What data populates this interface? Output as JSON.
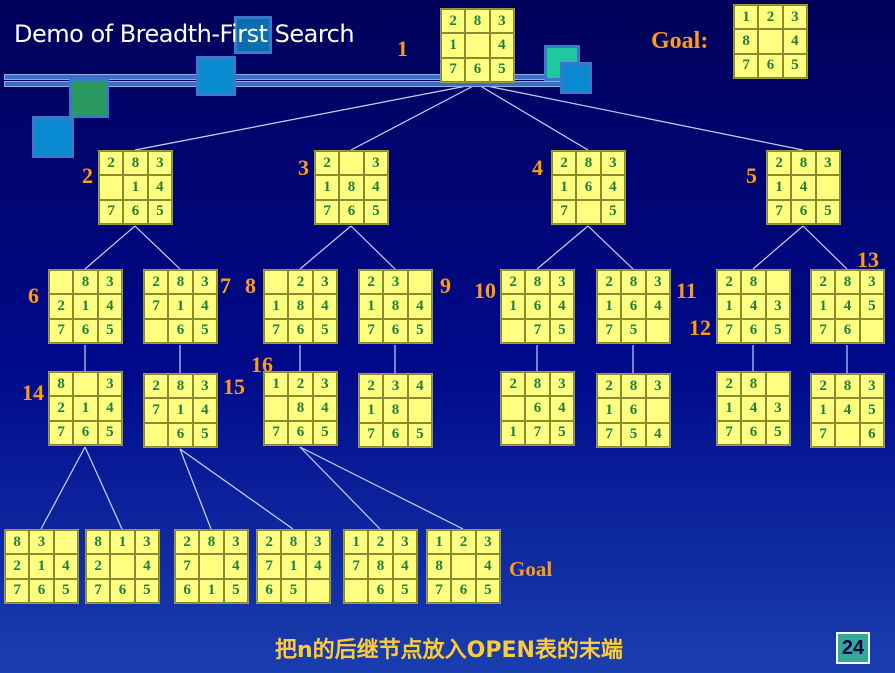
{
  "title": "Demo of Breadth-First Search",
  "goal_label": "Goal:",
  "goal_board": [
    "1",
    "2",
    "3",
    "8",
    "",
    "4",
    "7",
    "6",
    "5"
  ],
  "leaf_goal_label": "Goal",
  "caption": "把n的后继节点放入OPEN表的末端",
  "page_number": "24",
  "colors": {
    "background": "#000a8a",
    "board": "#ffff80",
    "digit": "#208040",
    "label": "#ff9a1a",
    "caption": "#ffcc33",
    "edge": "#c8d4ff"
  },
  "nodes": [
    {
      "id": "n1",
      "label": "1",
      "board": [
        "2",
        "8",
        "3",
        "1",
        "",
        "4",
        "7",
        "6",
        "5"
      ]
    },
    {
      "id": "n2",
      "label": "2",
      "board": [
        "2",
        "8",
        "3",
        "",
        "1",
        "4",
        "7",
        "6",
        "5"
      ]
    },
    {
      "id": "n3",
      "label": "3",
      "board": [
        "2",
        "",
        "3",
        "1",
        "8",
        "4",
        "7",
        "6",
        "5"
      ]
    },
    {
      "id": "n4",
      "label": "4",
      "board": [
        "2",
        "8",
        "3",
        "1",
        "6",
        "4",
        "7",
        "",
        "5"
      ]
    },
    {
      "id": "n5",
      "label": "5",
      "board": [
        "2",
        "8",
        "3",
        "1",
        "4",
        "",
        "7",
        "6",
        "5"
      ]
    },
    {
      "id": "n6",
      "label": "6",
      "board": [
        "",
        "8",
        "3",
        "2",
        "1",
        "4",
        "7",
        "6",
        "5"
      ]
    },
    {
      "id": "n7",
      "label": "7",
      "board": [
        "2",
        "8",
        "3",
        "7",
        "1",
        "4",
        "",
        "6",
        "5"
      ]
    },
    {
      "id": "n8",
      "label": "8",
      "board": [
        "",
        "2",
        "3",
        "1",
        "8",
        "4",
        "7",
        "6",
        "5"
      ]
    },
    {
      "id": "n9",
      "label": "9",
      "board": [
        "2",
        "3",
        "",
        "1",
        "8",
        "4",
        "7",
        "6",
        "5"
      ]
    },
    {
      "id": "n10",
      "label": "10",
      "board": [
        "2",
        "8",
        "3",
        "1",
        "6",
        "4",
        "",
        "7",
        "5"
      ]
    },
    {
      "id": "n11",
      "label": "11",
      "board": [
        "2",
        "8",
        "3",
        "1",
        "6",
        "4",
        "7",
        "5",
        ""
      ]
    },
    {
      "id": "n12",
      "label": "12",
      "board": [
        "2",
        "8",
        "",
        "1",
        "4",
        "3",
        "7",
        "6",
        "5"
      ]
    },
    {
      "id": "n13",
      "label": "13",
      "board": [
        "2",
        "8",
        "3",
        "1",
        "4",
        "5",
        "7",
        "6",
        ""
      ]
    },
    {
      "id": "n14",
      "label": "14",
      "board": [
        "8",
        "",
        "3",
        "2",
        "1",
        "4",
        "7",
        "6",
        "5"
      ]
    },
    {
      "id": "n15",
      "label": "15",
      "board": [
        "2",
        "8",
        "3",
        "7",
        "1",
        "4",
        "",
        "6",
        "5"
      ]
    },
    {
      "id": "n16",
      "label": "16",
      "board": [
        "1",
        "2",
        "3",
        "",
        "8",
        "4",
        "7",
        "6",
        "5"
      ]
    },
    {
      "id": "n17",
      "label": "",
      "board": [
        "2",
        "3",
        "4",
        "1",
        "8",
        "",
        "7",
        "6",
        "5"
      ]
    },
    {
      "id": "n18",
      "label": "",
      "board": [
        "2",
        "8",
        "3",
        "",
        "6",
        "4",
        "1",
        "7",
        "5"
      ]
    },
    {
      "id": "n19",
      "label": "",
      "board": [
        "2",
        "8",
        "3",
        "1",
        "6",
        "",
        "7",
        "5",
        "4"
      ]
    },
    {
      "id": "n20",
      "label": "",
      "board": [
        "2",
        "8",
        "",
        "1",
        "4",
        "3",
        "7",
        "6",
        "5"
      ]
    },
    {
      "id": "n21",
      "label": "",
      "board": [
        "2",
        "8",
        "3",
        "1",
        "4",
        "5",
        "7",
        "",
        "6"
      ]
    },
    {
      "id": "n22",
      "label": "",
      "board": [
        "8",
        "3",
        "",
        "2",
        "1",
        "4",
        "7",
        "6",
        "5"
      ]
    },
    {
      "id": "n23",
      "label": "",
      "board": [
        "8",
        "1",
        "3",
        "2",
        "",
        "4",
        "7",
        "6",
        "5"
      ]
    },
    {
      "id": "n24",
      "label": "",
      "board": [
        "2",
        "8",
        "3",
        "7",
        "",
        "4",
        "6",
        "1",
        "5"
      ]
    },
    {
      "id": "n25",
      "label": "",
      "board": [
        "2",
        "8",
        "3",
        "7",
        "1",
        "4",
        "6",
        "5",
        ""
      ]
    },
    {
      "id": "n26",
      "label": "",
      "board": [
        "1",
        "2",
        "3",
        "7",
        "8",
        "4",
        "",
        "6",
        "5"
      ]
    },
    {
      "id": "n27",
      "label": "",
      "board": [
        "1",
        "2",
        "3",
        "8",
        "",
        "4",
        "7",
        "6",
        "5"
      ]
    }
  ],
  "edges": [
    [
      "n1",
      "n2"
    ],
    [
      "n1",
      "n3"
    ],
    [
      "n1",
      "n4"
    ],
    [
      "n1",
      "n5"
    ],
    [
      "n2",
      "n6"
    ],
    [
      "n2",
      "n7"
    ],
    [
      "n3",
      "n8"
    ],
    [
      "n3",
      "n9"
    ],
    [
      "n4",
      "n10"
    ],
    [
      "n4",
      "n11"
    ],
    [
      "n5",
      "n12"
    ],
    [
      "n5",
      "n13"
    ],
    [
      "n6",
      "n14"
    ],
    [
      "n7",
      "n15"
    ],
    [
      "n8",
      "n16"
    ],
    [
      "n9",
      "n17"
    ],
    [
      "n10",
      "n18"
    ],
    [
      "n11",
      "n19"
    ],
    [
      "n12",
      "n20"
    ],
    [
      "n13",
      "n21"
    ],
    [
      "n14",
      "n22"
    ],
    [
      "n14",
      "n23"
    ],
    [
      "n15",
      "n24"
    ],
    [
      "n15",
      "n25"
    ],
    [
      "n16",
      "n26"
    ],
    [
      "n16",
      "n27"
    ]
  ]
}
